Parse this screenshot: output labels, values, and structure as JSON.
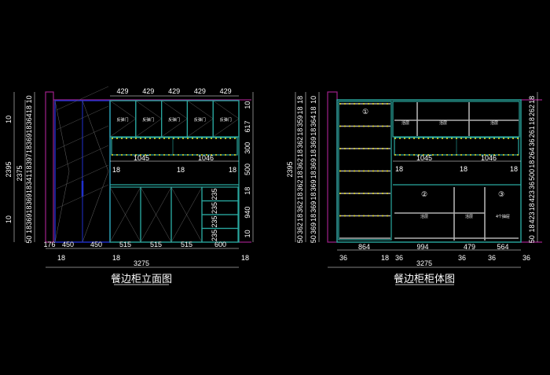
{
  "colors": {
    "background": "#000000",
    "cabinet": "#2aa8a0",
    "tall_door": "#2030d0",
    "wall": "#a0208a",
    "dim": "#ffffff",
    "led": "#e8e020",
    "board": "#b0b0b0"
  },
  "left": {
    "title": "餐边柜立面图",
    "top_dims": [
      "429",
      "429",
      "429",
      "429",
      "429"
    ],
    "door_label": "反弹门",
    "shelf_dims": [
      "1045",
      "1046"
    ],
    "shelf_18": [
      "18",
      "18",
      "18"
    ],
    "drawer_dims": [
      "235",
      "235",
      "235",
      "235"
    ],
    "bottom_dims": [
      "176",
      "450",
      "450",
      "515",
      "515",
      "515",
      "600"
    ],
    "bottom_18": [
      "18",
      "18",
      "18"
    ],
    "total": "3275",
    "left_dims_outer": [
      "10",
      "2395",
      "10"
    ],
    "left_dims_mid": [
      "2375"
    ],
    "left_dims_inner": [
      "10",
      "18",
      "364",
      "18",
      "369",
      "18",
      "397",
      "18",
      "341",
      "18",
      "369",
      "18",
      "369",
      "18",
      "50"
    ],
    "right_dims": [
      "10",
      "617",
      "300",
      "500",
      "18",
      "940",
      "10"
    ]
  },
  "right": {
    "title": "餐边柜柜体图",
    "markers": [
      "①",
      "②",
      "③"
    ],
    "shelf_label": "活层",
    "drawer_label": "4个抽屉",
    "shelf_dims": [
      "1045",
      "1046"
    ],
    "shelf_18": [
      "18",
      "18",
      "18"
    ],
    "bottom_dims": [
      "864",
      "994",
      "479",
      "564"
    ],
    "bottom_small": [
      "36",
      "18",
      "36",
      "36",
      "36",
      "36"
    ],
    "total": "3275",
    "left_dims_outer": [
      "2395"
    ],
    "left_dims_mid": [
      "18",
      "18",
      "359",
      "18",
      "362",
      "18",
      "362",
      "18",
      "362",
      "18",
      "362",
      "18",
      "362",
      "50"
    ],
    "left_dims_inner": [
      "10",
      "18",
      "364",
      "18",
      "369",
      "18",
      "369",
      "18",
      "369",
      "18",
      "369",
      "18",
      "369",
      "50"
    ],
    "right_dims": [
      "18",
      "262",
      "18",
      "261",
      "36",
      "264",
      "18",
      "500",
      "36",
      "423",
      "18",
      "423",
      "18",
      "50"
    ]
  }
}
